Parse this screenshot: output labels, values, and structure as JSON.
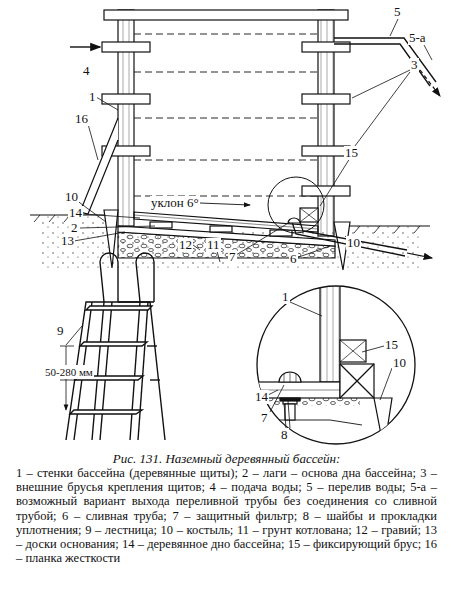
{
  "diagram": {
    "caption": "Рис. 131. Наземный деревянный бассейн:",
    "labels": [
      "5",
      "5-а",
      "3",
      "4",
      "1",
      "16",
      "уклон 6°",
      "15",
      "10",
      "14",
      "2",
      "13",
      "12",
      "11",
      "7",
      "6",
      "10",
      "9",
      "50-280 мм",
      "1",
      "14",
      "15",
      "10",
      "7",
      "8",
      "1 – стенки бассейна (деревянные щиты); 2 – лаги – основа дна бассейна; 3 – внешние брусья крепления щитов; 4 – подача воды; 5 – перелив воды; 5-а – возможный вариант выхода переливной трубы без соединения со сливной трубой; 6 – сливная труба; 7 – защитный фильтр; 8 – шайбы и прокладки уплотнения; 9 – лестница; 10 – костыль; 11 – грунт котлована; 12 – гравий; 13 – доски основания; 14 – деревянное дно бассейна; 15 – фиксирующий брус; 16 – планка жесткости"
    ]
  }
}
